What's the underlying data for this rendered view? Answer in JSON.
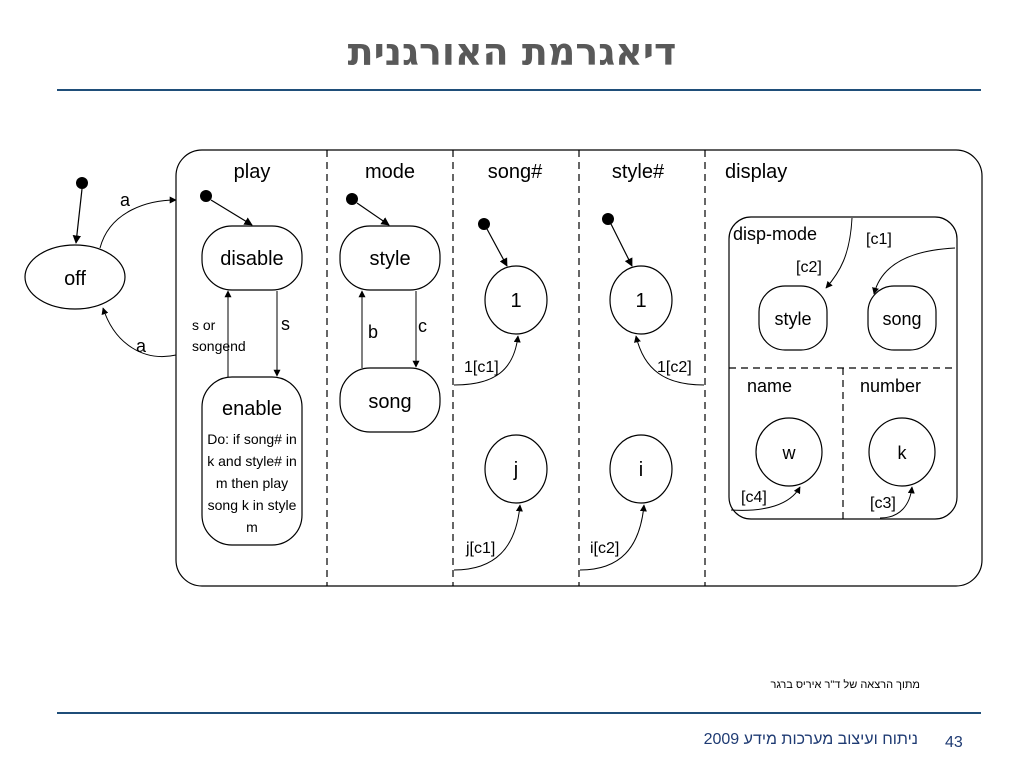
{
  "slide": {
    "title": "דיאגרמת האורגנית",
    "credit": "מתוך הרצאה של ד\"ר איריס ברגר",
    "footer": "ניתוח ועיצוב מערכות מידע 2009",
    "page_number": "43"
  },
  "diagram": {
    "off_state": "off",
    "transition_on": "a",
    "transition_off": "a",
    "regions": {
      "play": "play",
      "mode": "mode",
      "song_num": "song#",
      "style_num": "style#",
      "display": "display"
    },
    "play": {
      "disable": "disable",
      "enable": "enable",
      "enable_action": [
        "Do: if song# in",
        "k and style# in",
        "m then play",
        "song k in style",
        "m"
      ],
      "to_disable_label": [
        "s or",
        "songend"
      ],
      "to_enable_label": "s"
    },
    "mode": {
      "style": "style",
      "song": "song",
      "to_style_label": "b",
      "to_song_label": "c"
    },
    "song_num": {
      "state_1": "1",
      "state_j": "j",
      "to_1_label": "1[c1]",
      "to_j_label": "j[c1]"
    },
    "style_num": {
      "state_1": "1",
      "state_i": "i",
      "to_1_label": "1[c2]",
      "to_i_label": "i[c2]"
    },
    "display": {
      "disp_mode": "disp-mode",
      "style": "style",
      "song": "song",
      "to_style_label": "[c2]",
      "to_song_label": "[c1]",
      "name": "name",
      "number": "number",
      "state_w": "w",
      "state_k": "k",
      "to_w_label": "[c4]",
      "to_k_label": "[c3]"
    }
  }
}
